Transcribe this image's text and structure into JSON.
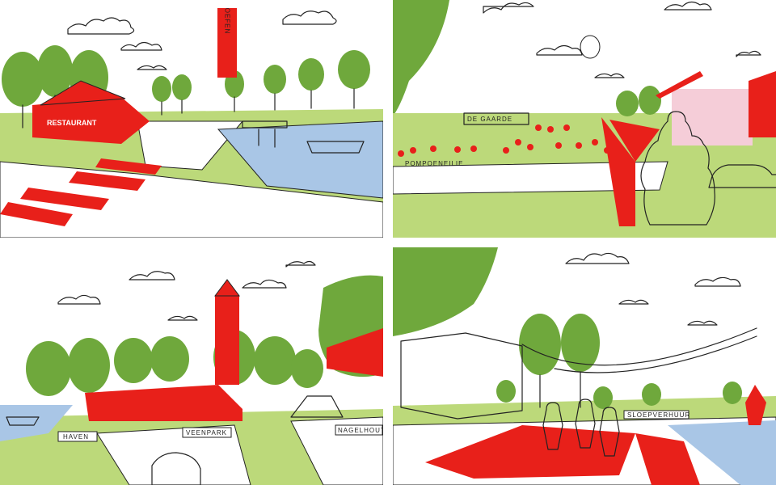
{
  "panels": {
    "p1": {
      "banner_text": "OEFEN",
      "pavilion_text": "RESTAURANT",
      "colors": {
        "grass": "#bcd97a",
        "tree": "#6fa83c",
        "red": "#e8201a",
        "water": "#a9c6e6",
        "path": "#ffffff"
      }
    },
    "p2": {
      "field_text": "POMPOENEILIE",
      "sign_text": "DE GAARDE",
      "colors": {
        "grass": "#bcd97a",
        "tree": "#6fa83c",
        "red": "#e8201a",
        "blossom": "#f5cdd8"
      }
    },
    "p3": {
      "label_haven": "HAVEN",
      "label_veenpark": "VEENPARK",
      "label_nagelhout": "NAGELHOUT",
      "colors": {
        "grass": "#bcd97a",
        "tree": "#6fa83c",
        "red": "#e8201a",
        "water": "#a9c6e6"
      }
    },
    "p4": {
      "label_sign": "SLOEPVERHUUR",
      "colors": {
        "grass": "#bcd97a",
        "tree": "#6fa83c",
        "red": "#e8201a",
        "water": "#a9c6e6"
      }
    }
  }
}
